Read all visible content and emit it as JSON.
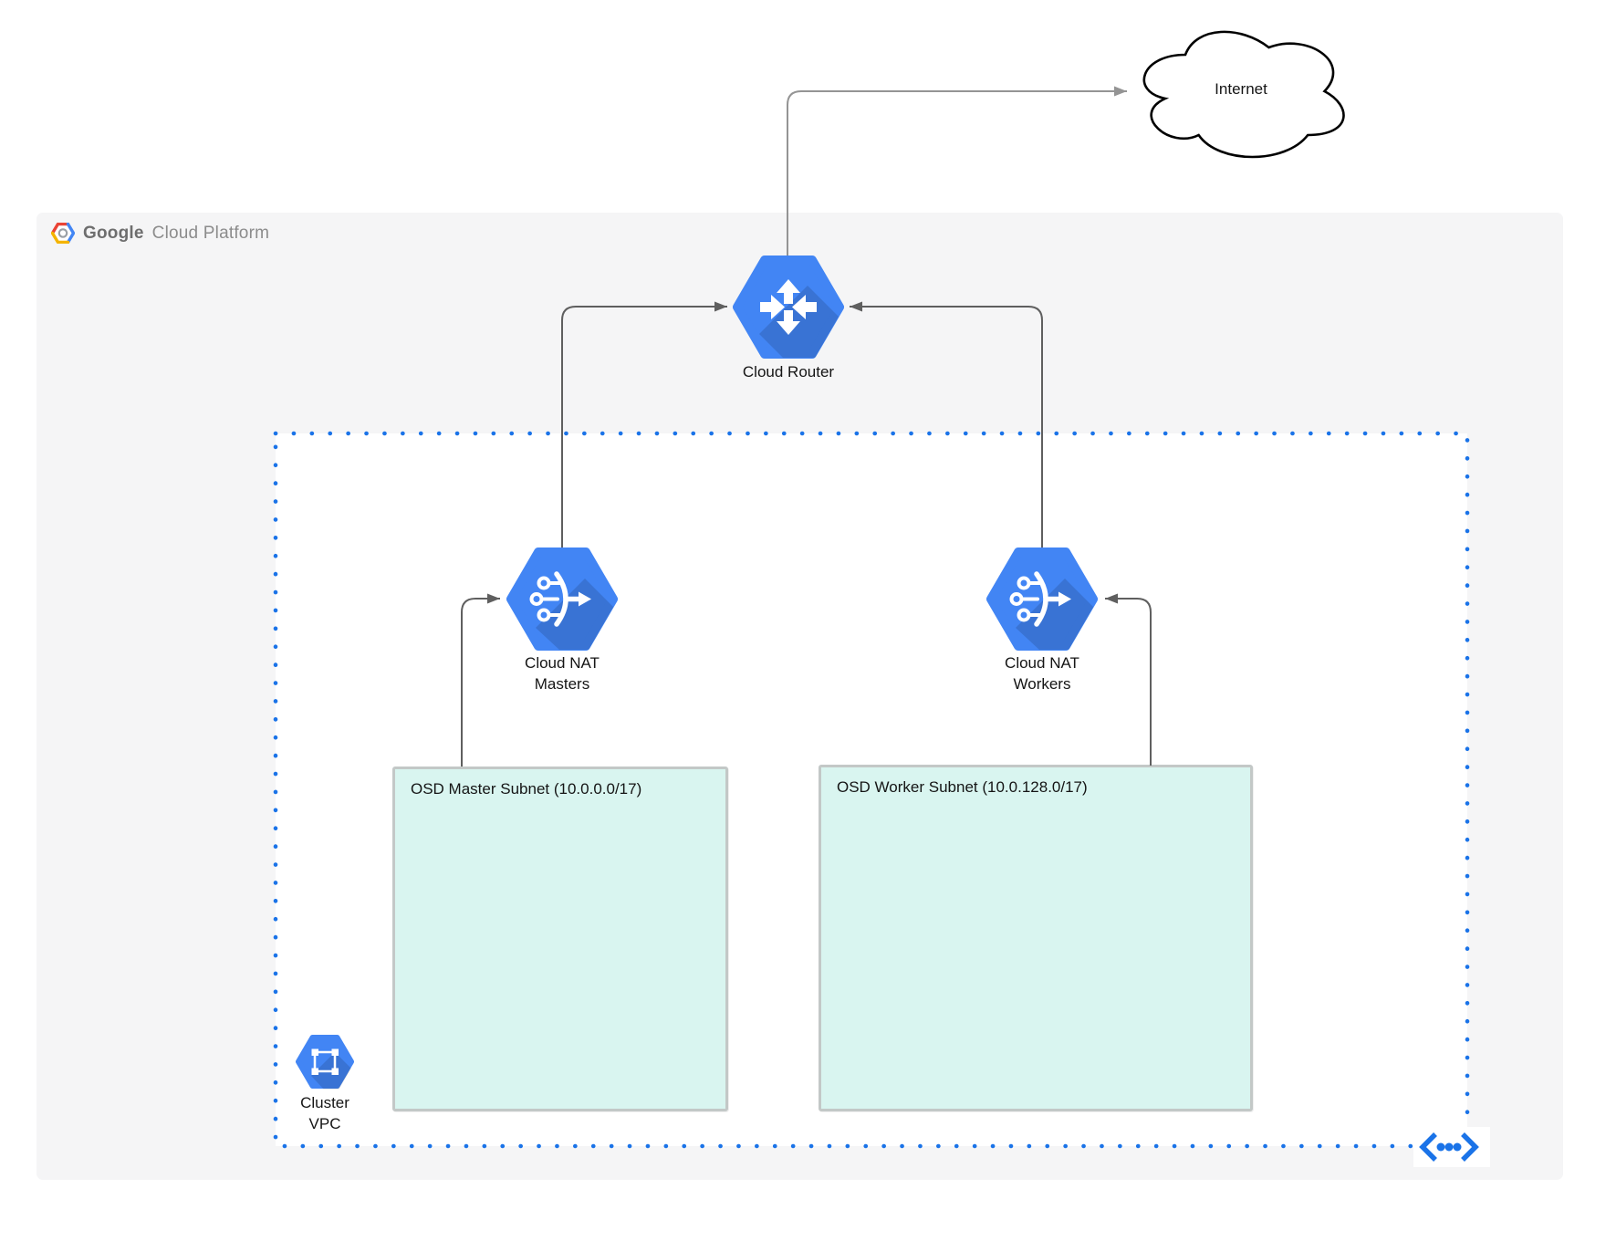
{
  "logo": {
    "google": "Google",
    "cloud_platform": "Cloud Platform"
  },
  "nodes": {
    "internet": {
      "label": "Internet"
    },
    "cloud_router": {
      "label": "Cloud Router"
    },
    "cloud_nat_masters": {
      "lines": [
        "Cloud NAT",
        "Masters"
      ]
    },
    "cloud_nat_workers": {
      "lines": [
        "Cloud NAT",
        "Workers"
      ]
    },
    "cluster_vpc": {
      "lines": [
        "Cluster",
        "VPC"
      ]
    }
  },
  "subnets": {
    "master": {
      "label": "OSD Master Subnet (10.0.0.0/17)"
    },
    "worker": {
      "label": "OSD Worker Subnet (10.0.128.0/17)"
    }
  },
  "edges": [
    {
      "from": "cloud_router",
      "to": "internet"
    },
    {
      "from": "cloud_nat_masters",
      "to": "cloud_router"
    },
    {
      "from": "cloud_nat_workers",
      "to": "cloud_router"
    },
    {
      "from": "subnet_master",
      "to": "cloud_nat_masters"
    },
    {
      "from": "subnet_worker",
      "to": "cloud_nat_workers"
    }
  ],
  "colors": {
    "node_blue": "#4285f4",
    "subnet_fill": "#d9f5f0",
    "vpc_dot_blue": "#1a73e8",
    "connector_dark_gray": "#5f5f5f",
    "connector_light_gray": "#949494",
    "panel_gray": "#f5f5f6"
  }
}
